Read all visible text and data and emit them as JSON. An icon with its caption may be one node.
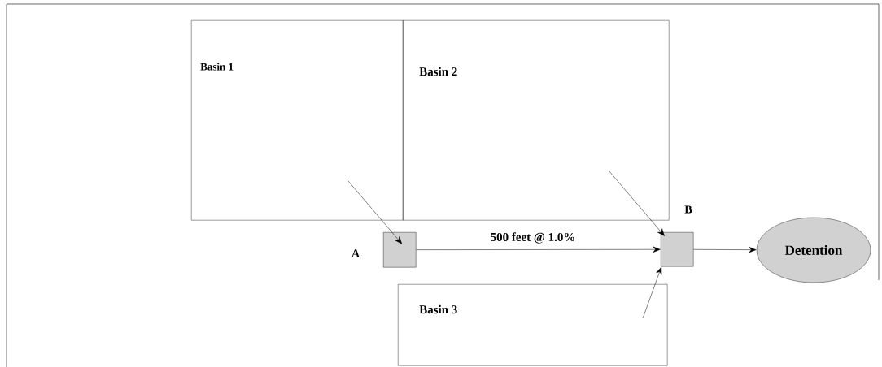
{
  "diagram": {
    "nodes": [
      {
        "text": [
          "Basin 1"
        ]
      },
      {
        "text": [
          "Basin 2"
        ]
      },
      {
        "text": [
          "Basin 3"
        ]
      },
      {
        "text": [],
        "shape": "box",
        "beside": [
          "A"
        ]
      },
      {
        "text": [],
        "shape": "box",
        "beside": [
          "B"
        ]
      },
      {
        "text": [
          "Detention"
        ]
      }
    ],
    "edges": [
      {
        "from": 0,
        "to": 3,
        "arrow": "to"
      },
      {
        "from": 1,
        "to": 4,
        "arrow": "to"
      },
      {
        "from": 2,
        "to": 4,
        "arrow": "to"
      },
      {
        "from": 3,
        "to": 4,
        "arrow": "to",
        "label": "500 feet @ 1.0%"
      },
      {
        "from": 4,
        "to": 5,
        "arrow": "to"
      }
    ]
  }
}
